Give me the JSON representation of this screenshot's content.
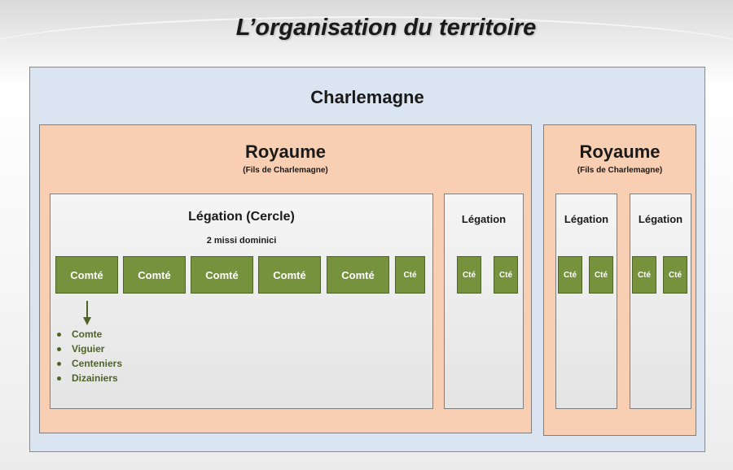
{
  "title": "L’organisation du territoire",
  "emperor": "Charlemagne",
  "kingdoms": [
    {
      "title": "Royaume",
      "subtitle": "(Fils de Charlemagne)",
      "legations": [
        {
          "title": "Légation (Cercle)",
          "subtitle": "2 missi dominici",
          "counties": [
            "Comté",
            "Comté",
            "Comté",
            "Comté",
            "Comté",
            "Cté"
          ],
          "roles": [
            "Comte",
            "Viguier",
            "Centeniers",
            "Dizainiers"
          ]
        },
        {
          "title": "Légation",
          "counties": [
            "Cté",
            "Cté"
          ]
        }
      ]
    },
    {
      "title": "Royaume",
      "subtitle": "(Fils de Charlemagne)",
      "legations": [
        {
          "title": "Légation",
          "counties": [
            "Cté",
            "Cté"
          ]
        },
        {
          "title": "Légation",
          "counties": [
            "Cté",
            "Cté"
          ]
        }
      ]
    }
  ],
  "colors": {
    "empire": "#dbe5f1",
    "kingdom": "#f9cfb3",
    "legation": "#ececec",
    "county": "#76923c",
    "roles": "#4f6228"
  }
}
